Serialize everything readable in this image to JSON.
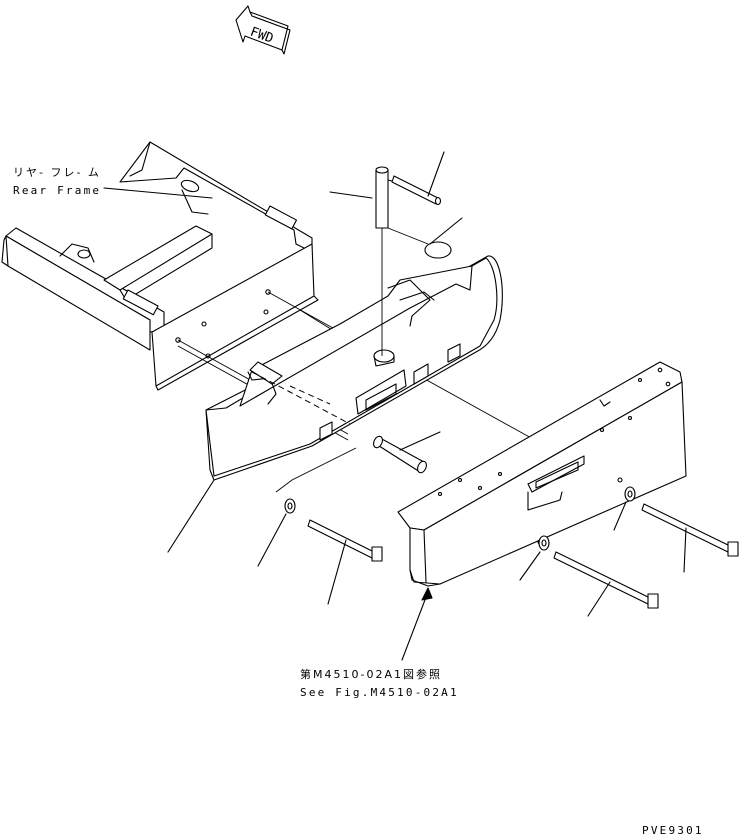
{
  "direction_arrow": {
    "text": "FWD"
  },
  "labels": {
    "rear_frame_jp": "リヤ- フレ- ム",
    "rear_frame_en": "Rear Frame",
    "see_fig_jp": "第M4510-02A1図参照",
    "see_fig_en": "See Fig.M4510-02A1"
  },
  "drawing_code": "PVE9301"
}
